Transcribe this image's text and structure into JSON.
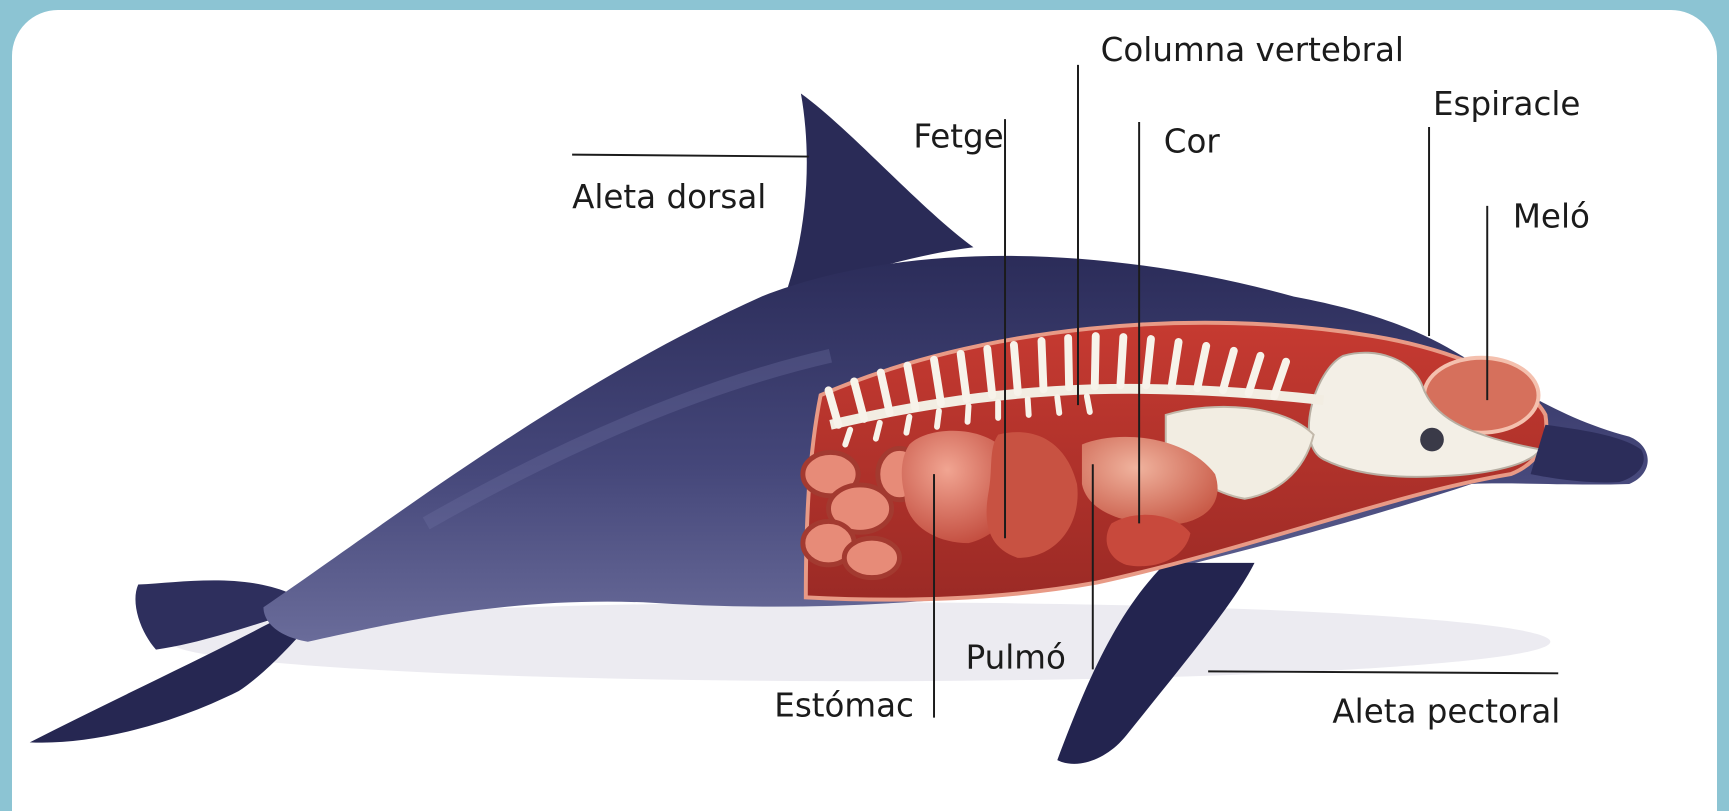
{
  "diagram": {
    "labels": {
      "aleta_dorsal": "Aleta dorsal",
      "fetge": "Fetge",
      "columna_vertebral": "Columna vertebral",
      "cor": "Cor",
      "espiracle": "Espiracle",
      "melo": "Meló",
      "pulmo": "Pulmó",
      "estomac": "Estómac",
      "aleta_pectoral": "Aleta pectoral"
    }
  }
}
